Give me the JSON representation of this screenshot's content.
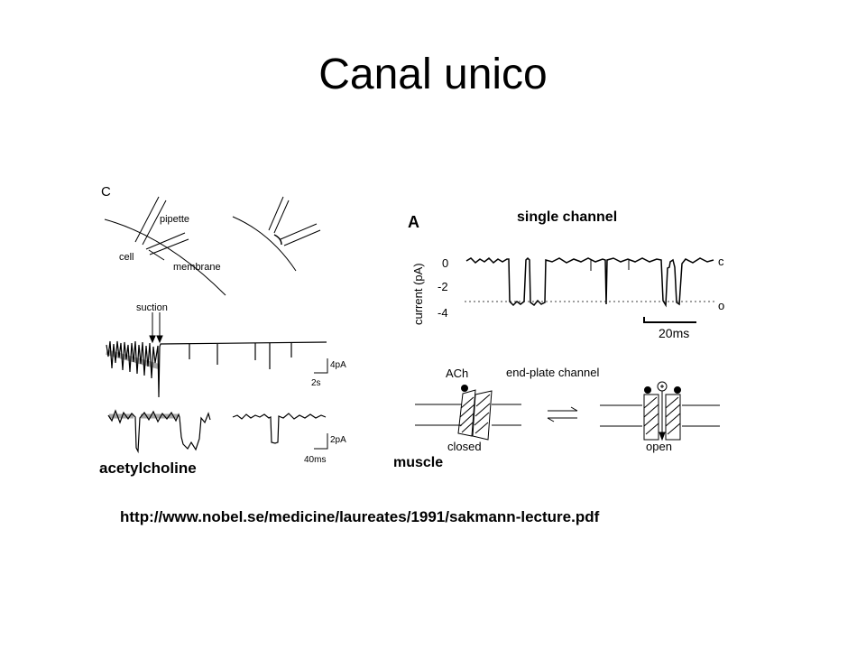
{
  "slide": {
    "title": "Canal unico"
  },
  "panel_c": {
    "letter": "C",
    "pipette": "pipette",
    "cell": "cell",
    "membrane": "membrane",
    "suction": "suction",
    "scale1_amp": "4pA",
    "scale1_time": "2s",
    "scale2_amp": "2pA",
    "scale2_time": "40ms",
    "agonist": "acetylcholine"
  },
  "panel_a": {
    "letter": "A",
    "heading": "single channel",
    "ylabel": "current (pA)",
    "ticks": [
      "0",
      "-2",
      "-4"
    ],
    "state_closed": "c",
    "state_open": "o",
    "scale_time": "20ms"
  },
  "panel_b": {
    "ach": "ACh",
    "endplate": "end-plate channel",
    "closed": "closed",
    "open": "open",
    "muscle": "muscle"
  },
  "footer": {
    "url": "http://www.nobel.se/medicine/laureates/1991/sakmann-lecture.pdf"
  }
}
